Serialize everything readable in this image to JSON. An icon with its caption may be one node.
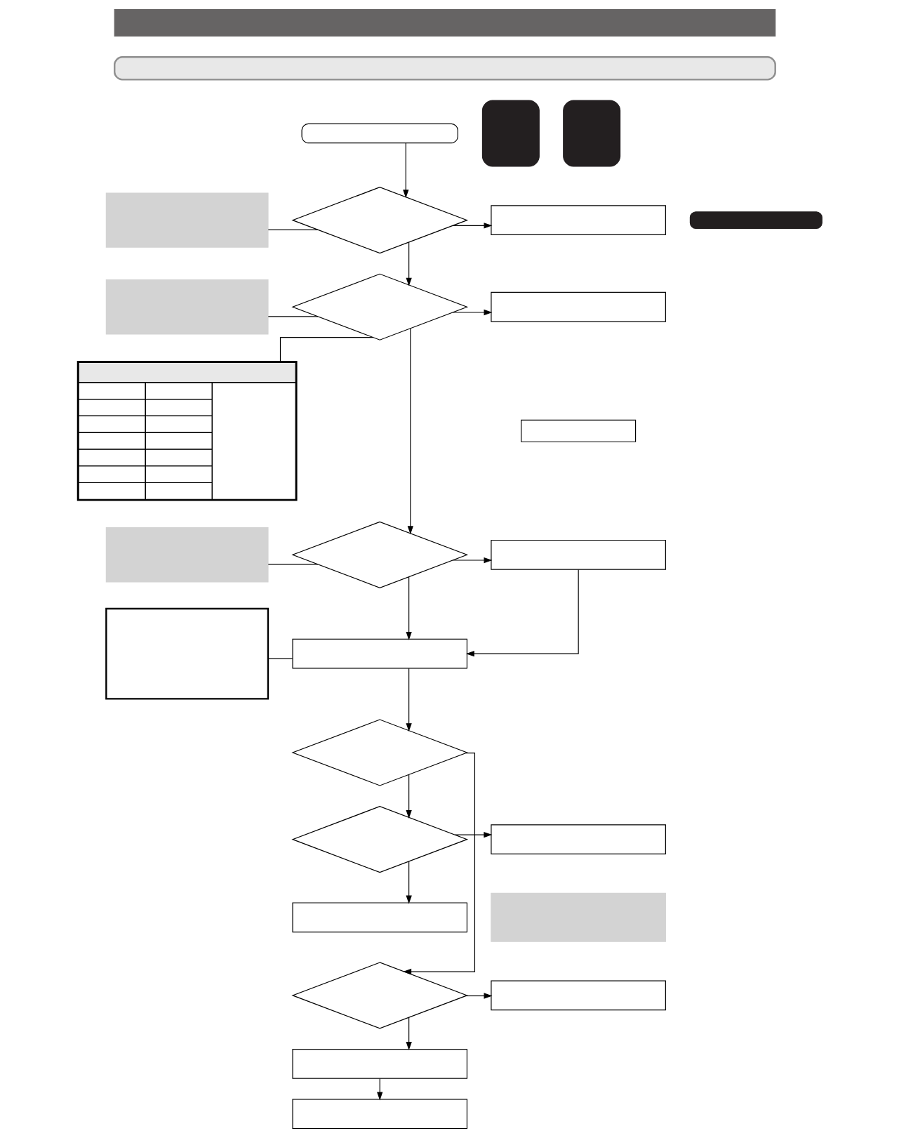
{
  "diagram": {
    "nodes": [
      {
        "text": [],
        "shape": "bar"
      },
      {
        "text": [],
        "shape": "bar"
      },
      {
        "text": [],
        "shape": "terminal"
      },
      {
        "text": [],
        "shape": "diamond"
      },
      {
        "text": [],
        "shape": "diamond"
      },
      {
        "text": [],
        "shape": "diamond"
      },
      {
        "text": [],
        "shape": "note"
      },
      {
        "text": [],
        "shape": "note"
      },
      {
        "text": [],
        "shape": "table"
      },
      {
        "text": [],
        "shape": "note"
      },
      {
        "text": [],
        "shape": "box"
      },
      {
        "text": [],
        "shape": "box"
      },
      {
        "text": [],
        "shape": "box"
      },
      {
        "text": [],
        "shape": "box"
      },
      {
        "text": [],
        "shape": "box"
      },
      {
        "text": [],
        "shape": "frame"
      },
      {
        "text": [],
        "shape": "diamond"
      },
      {
        "text": [],
        "shape": "diamond"
      },
      {
        "text": [],
        "shape": "box"
      },
      {
        "text": [],
        "shape": "note"
      },
      {
        "text": [],
        "shape": "box"
      },
      {
        "text": [],
        "shape": "diamond"
      },
      {
        "text": [],
        "shape": "box"
      },
      {
        "text": [],
        "shape": "box"
      },
      {
        "text": [],
        "shape": "box"
      },
      {
        "text": [],
        "shape": "display"
      },
      {
        "text": [],
        "shape": "display"
      },
      {
        "text": [],
        "shape": "display"
      }
    ],
    "edges": [
      {
        "from": 2,
        "to": 3,
        "arrow": "to"
      },
      {
        "from": 3,
        "to": 4,
        "arrow": "to"
      },
      {
        "from": 4,
        "to": 5,
        "arrow": "to"
      },
      {
        "from": 5,
        "to": 14,
        "arrow": "to"
      },
      {
        "from": 3,
        "to": 10,
        "arrow": "to"
      },
      {
        "from": 4,
        "to": 11,
        "arrow": "to"
      },
      {
        "from": 5,
        "to": 13,
        "arrow": "to"
      },
      {
        "from": 13,
        "to": 14,
        "arrow": "to"
      },
      {
        "from": 6,
        "to": 3,
        "arrow": "none"
      },
      {
        "from": 7,
        "to": 4,
        "arrow": "none"
      },
      {
        "from": 8,
        "to": 4,
        "arrow": "none"
      },
      {
        "from": 9,
        "to": 5,
        "arrow": "none"
      },
      {
        "from": 15,
        "to": 14,
        "arrow": "none"
      },
      {
        "from": 14,
        "to": 16,
        "arrow": "to"
      },
      {
        "from": 16,
        "to": 17,
        "arrow": "to"
      },
      {
        "from": 16,
        "to": 21,
        "arrow": "to"
      },
      {
        "from": 17,
        "to": 18,
        "arrow": "to"
      },
      {
        "from": 17,
        "to": 20,
        "arrow": "to"
      },
      {
        "from": 21,
        "to": 22,
        "arrow": "to"
      },
      {
        "from": 21,
        "to": 23,
        "arrow": "to"
      },
      {
        "from": 23,
        "to": 24,
        "arrow": "to"
      }
    ]
  }
}
